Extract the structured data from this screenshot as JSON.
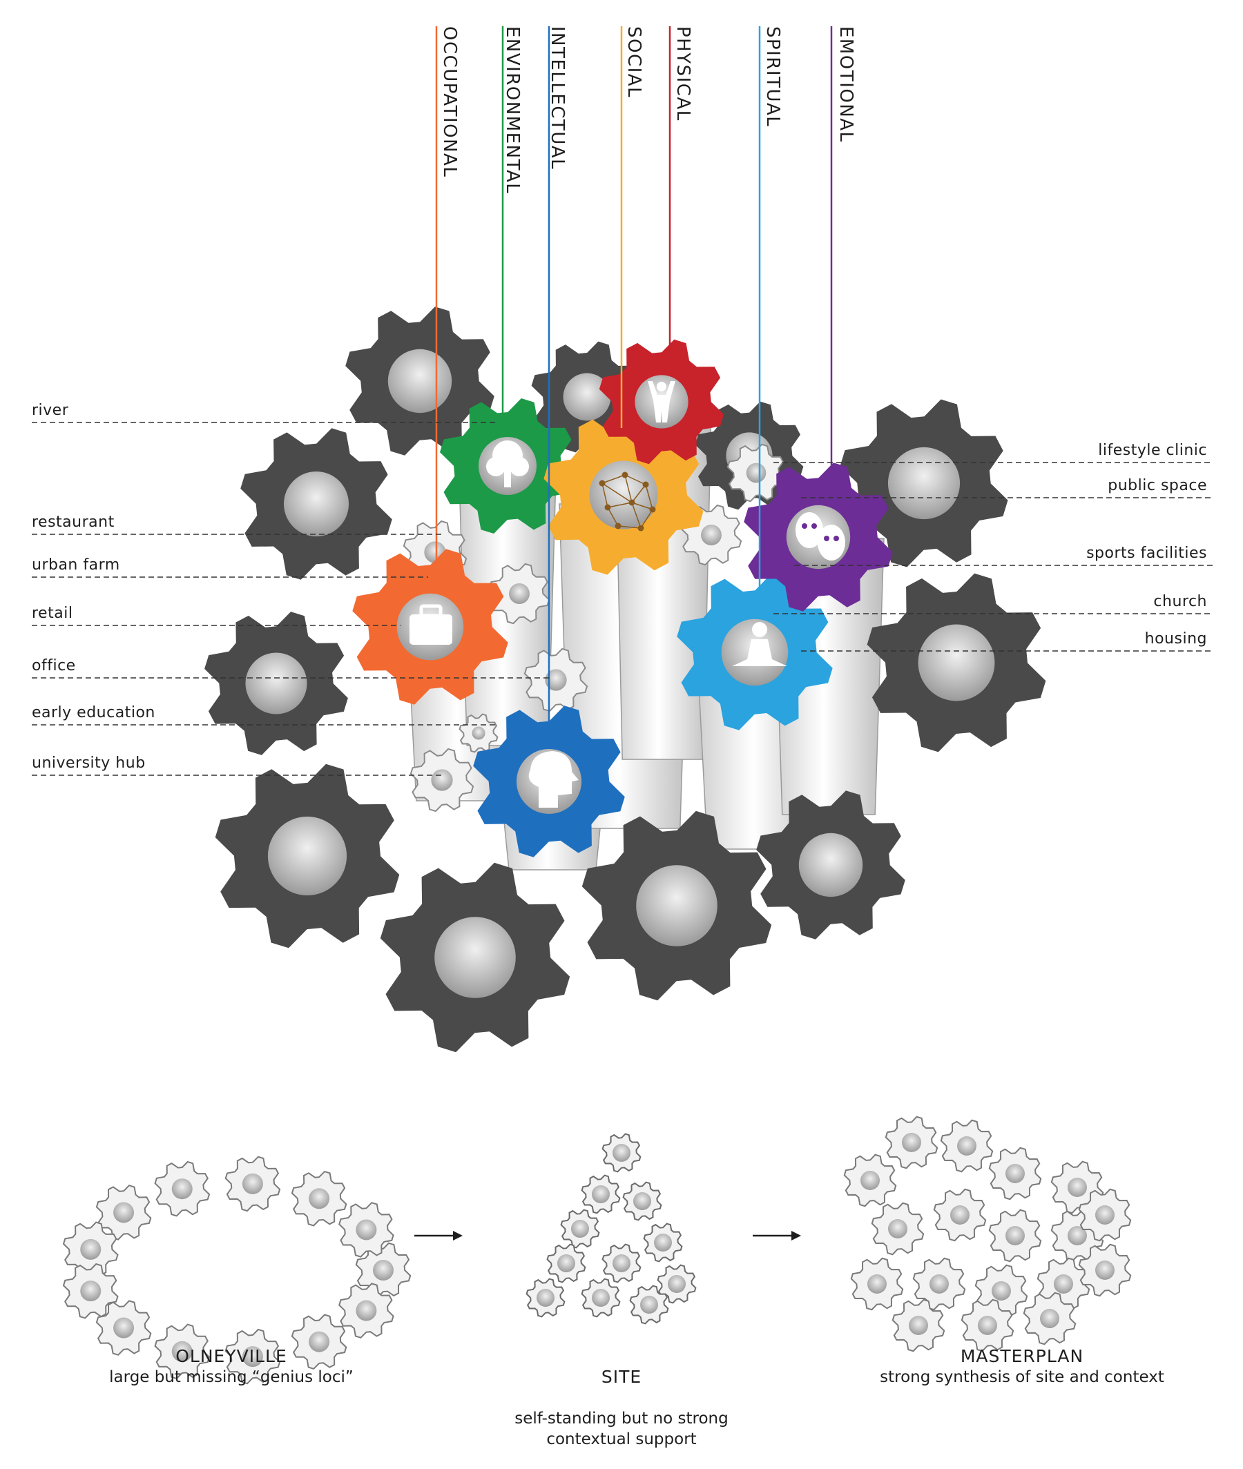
{
  "wellness_dimensions": [
    {
      "label": "OCCUPATIONAL",
      "color": "#f26a31"
    },
    {
      "label": "ENVIRONMENTAL",
      "color": "#1c9a48"
    },
    {
      "label": "INTELLECTUAL",
      "color": "#1f6fbf"
    },
    {
      "label": "SOCIAL",
      "color": "#f6ad2f"
    },
    {
      "label": "PHYSICAL",
      "color": "#c8222b"
    },
    {
      "label": "SPIRITUAL",
      "color": "#2aa3df"
    },
    {
      "label": "EMOTIONAL",
      "color": "#6c2d96"
    }
  ],
  "program_left": [
    "river",
    "restaurant",
    "urban farm",
    "retail",
    "office",
    "early education",
    "university hub"
  ],
  "program_right": [
    "lifestyle clinic",
    "public space",
    "sports facilities",
    "church",
    "housing"
  ],
  "colors": {
    "dark_gear": "#4a4a4a",
    "light_gear": "#f2f2f2",
    "line": "#333333"
  },
  "icons": {
    "occupational": "briefcase-icon",
    "environmental": "tree-icon",
    "intellectual": "head-mind-icon",
    "social": "network-icon",
    "physical": "fitness-person-icon",
    "spiritual": "meditation-icon",
    "emotional": "theater-masks-icon"
  },
  "stages": [
    {
      "title": "OLNEYVILLE",
      "subtitle": "large but missing “genius loci”"
    },
    {
      "title": "SITE",
      "subtitle": "self-standing but no strong\ncontextual support"
    },
    {
      "title": "MASTERPLAN",
      "subtitle": "strong synthesis of site and context"
    }
  ]
}
